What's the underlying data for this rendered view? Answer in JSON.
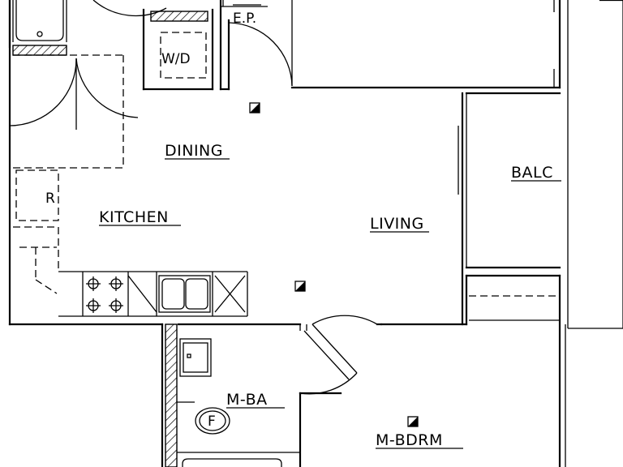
{
  "labels": {
    "ep": "E.P.",
    "wd": "W/D",
    "dining": "DINING",
    "kitchen": "KITCHEN",
    "living": "LIVING",
    "balc": "BALC",
    "fridge": "R",
    "mba": "M-BA",
    "furnace": "F",
    "mbdrm": "M-BDRM"
  }
}
